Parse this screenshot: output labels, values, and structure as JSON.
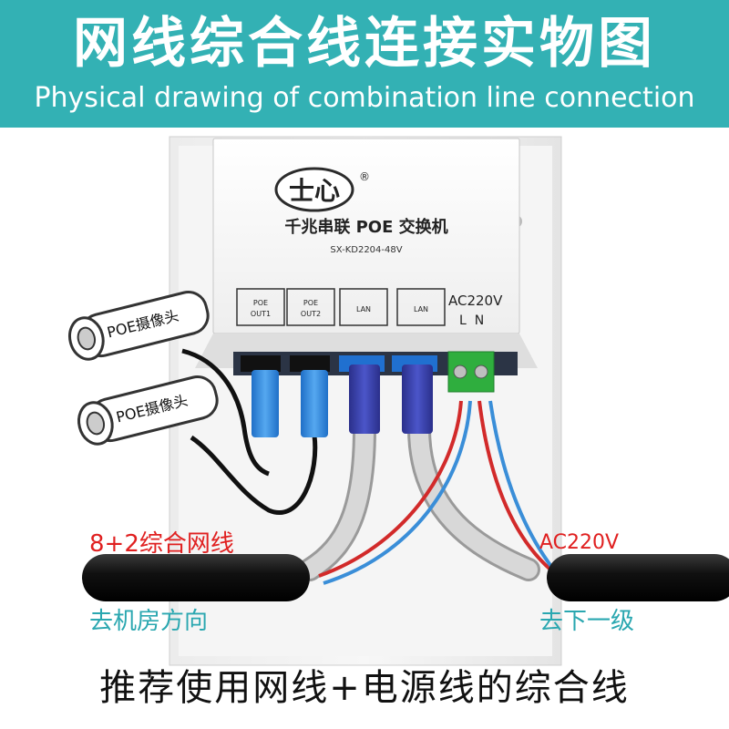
{
  "banner": {
    "title": "网线综合线连接实物图",
    "subtitle": "Physical drawing of combination line connection",
    "bg_color": "#33b1b4"
  },
  "device": {
    "logo_text": "士心",
    "registered_mark": "®",
    "name": "千兆串联 POE 交换机",
    "model": "SX-KD2204-48V",
    "ports": [
      {
        "label_line1": "POE",
        "label_line2": "OUT1"
      },
      {
        "label_line1": "POE",
        "label_line2": "OUT2"
      },
      {
        "label_line1": "LAN",
        "label_line2": ""
      },
      {
        "label_line1": "LAN",
        "label_line2": ""
      }
    ],
    "power_label": "AC220V",
    "power_terminals": "L  N"
  },
  "cameras": [
    {
      "label": "POE摄像头"
    },
    {
      "label": "POE摄像头"
    }
  ],
  "annotations": {
    "cable_left_label": "8+2综合网线",
    "cable_left_dest": "去机房方向",
    "cable_right_label": "AC220V",
    "cable_right_dest": "去下一级",
    "label_red": "#e02020",
    "label_teal": "#2aa7b0"
  },
  "footer": {
    "text": "推荐使用网线+电源线的综合线"
  }
}
